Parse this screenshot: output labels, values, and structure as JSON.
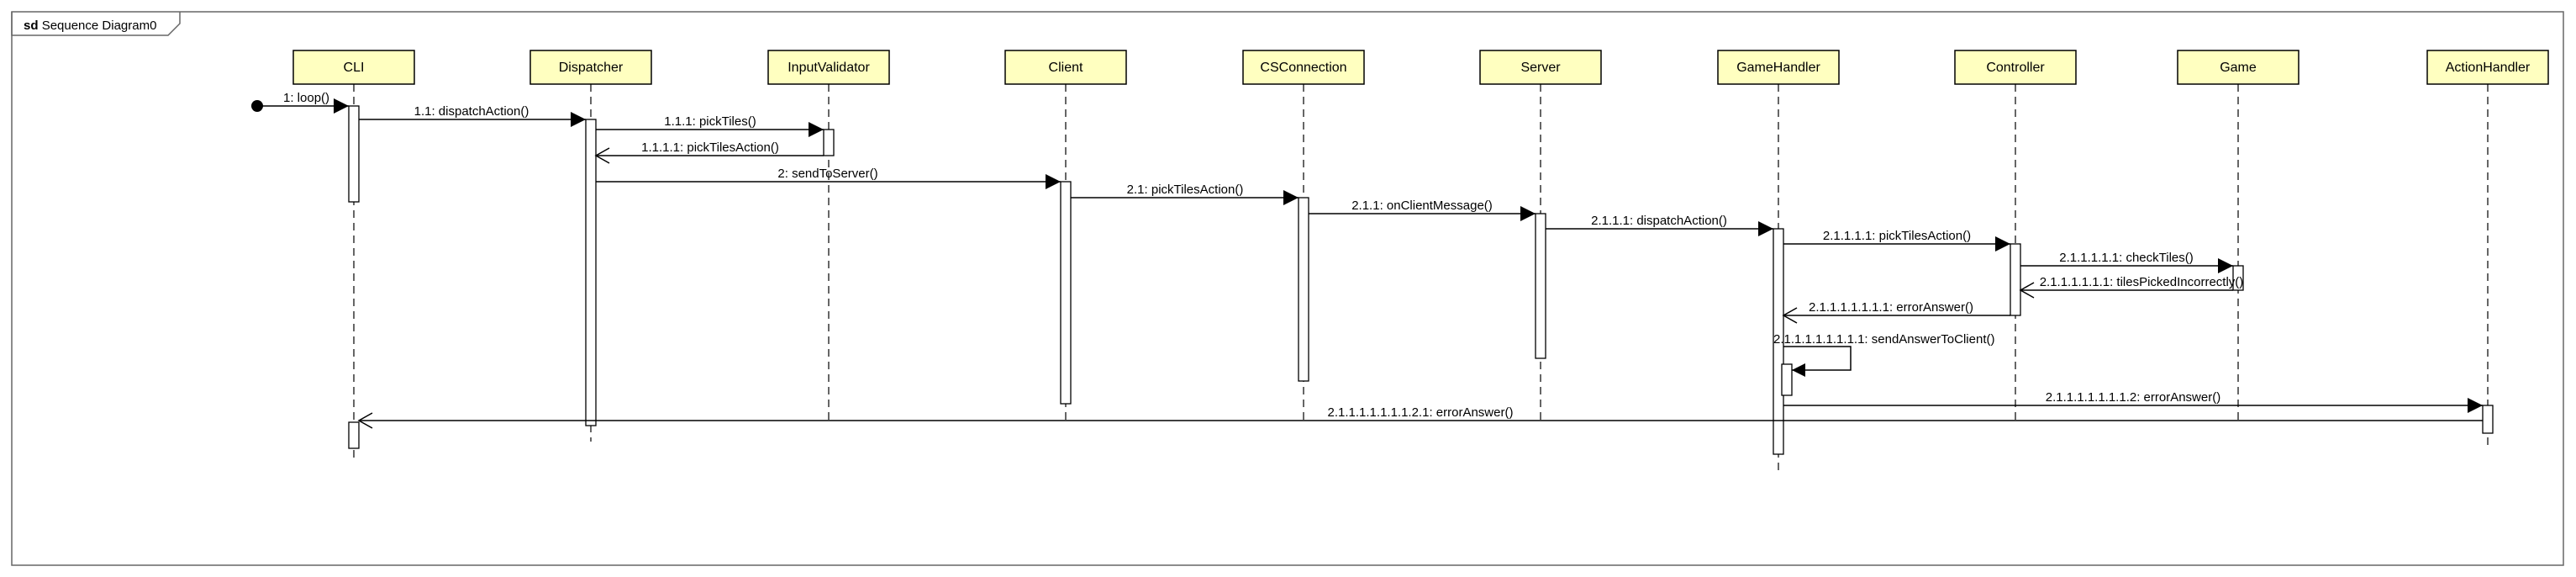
{
  "diagram": {
    "frame_keyword": "sd",
    "frame_title": "Sequence Diagram0"
  },
  "colors": {
    "lifeline_fill": "#ffffc0",
    "line": "#000000",
    "frame_border": "#666666"
  },
  "lifelines": [
    {
      "id": "cli",
      "name": "CLI"
    },
    {
      "id": "dispatcher",
      "name": "Dispatcher"
    },
    {
      "id": "inputvalidator",
      "name": "InputValidator"
    },
    {
      "id": "client",
      "name": "Client"
    },
    {
      "id": "csconnection",
      "name": "CSConnection"
    },
    {
      "id": "server",
      "name": "Server"
    },
    {
      "id": "gamehandler",
      "name": "GameHandler"
    },
    {
      "id": "controller",
      "name": "Controller"
    },
    {
      "id": "game",
      "name": "Game"
    },
    {
      "id": "actionhandler",
      "name": "ActionHandler"
    }
  ],
  "messages": [
    {
      "label": "1: loop()",
      "from": "found",
      "to": "cli",
      "kind": "sync"
    },
    {
      "label": "1.1: dispatchAction()",
      "from": "cli",
      "to": "dispatcher",
      "kind": "sync"
    },
    {
      "label": "1.1.1: pickTiles()",
      "from": "dispatcher",
      "to": "inputvalidator",
      "kind": "sync"
    },
    {
      "label": "1.1.1.1: pickTilesAction()",
      "from": "inputvalidator",
      "to": "dispatcher",
      "kind": "reply"
    },
    {
      "label": "2: sendToServer()",
      "from": "dispatcher",
      "to": "client",
      "kind": "sync"
    },
    {
      "label": "2.1: pickTilesAction()",
      "from": "client",
      "to": "csconnection",
      "kind": "sync"
    },
    {
      "label": "2.1.1: onClientMessage()",
      "from": "csconnection",
      "to": "server",
      "kind": "sync"
    },
    {
      "label": "2.1.1.1: dispatchAction()",
      "from": "server",
      "to": "gamehandler",
      "kind": "sync"
    },
    {
      "label": "2.1.1.1.1: pickTilesAction()",
      "from": "gamehandler",
      "to": "controller",
      "kind": "sync"
    },
    {
      "label": "2.1.1.1.1.1: checkTiles()",
      "from": "controller",
      "to": "game",
      "kind": "sync"
    },
    {
      "label": "2.1.1.1.1.1.1: tilesPickedIncorrectly()",
      "from": "game",
      "to": "controller",
      "kind": "reply"
    },
    {
      "label": "2.1.1.1.1.1.1.1: errorAnswer()",
      "from": "controller",
      "to": "gamehandler",
      "kind": "reply"
    },
    {
      "label": "2.1.1.1.1.1.1.1.1: sendAnswerToClient()",
      "from": "gamehandler",
      "to": "gamehandler",
      "kind": "self"
    },
    {
      "label": "2.1.1.1.1.1.1.1.2: errorAnswer()",
      "from": "gamehandler",
      "to": "actionhandler",
      "kind": "sync"
    },
    {
      "label": "2.1.1.1.1.1.1.1.2.1: errorAnswer()",
      "from": "actionhandler",
      "to": "cli",
      "kind": "reply"
    }
  ]
}
